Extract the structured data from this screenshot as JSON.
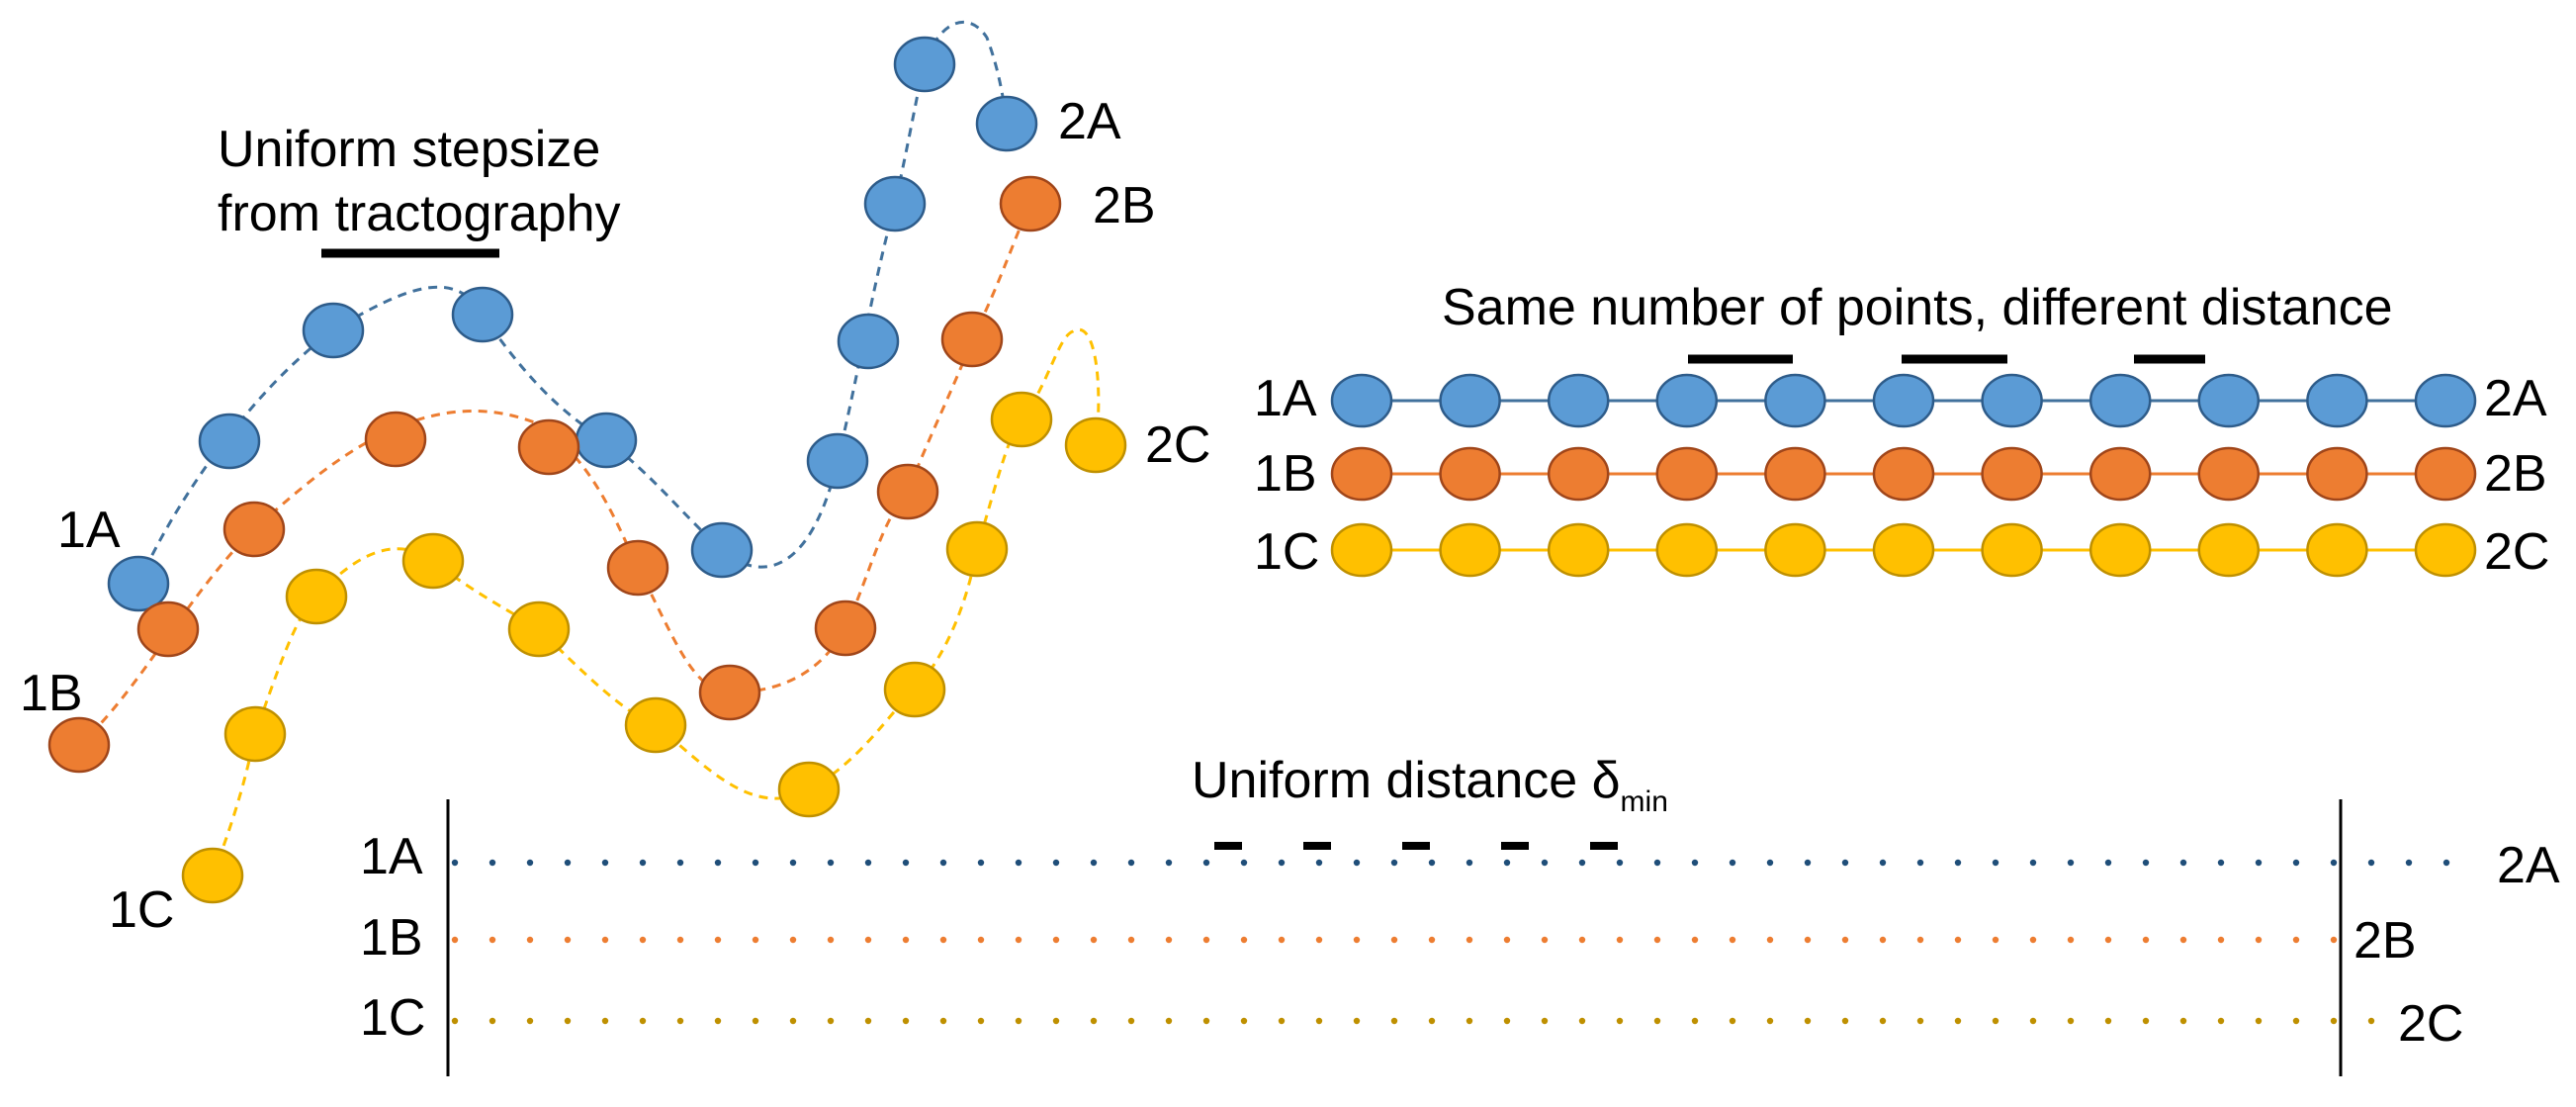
{
  "colors": {
    "A": "#5B9BD5",
    "A_stroke": "#2E5C8A",
    "A_line": "#41719C",
    "A_dot": "#1F4E79",
    "B": "#ED7D31",
    "B_stroke": "#A0461A",
    "B_line": "#ED7D31",
    "B_dot": "#ED7D31",
    "C": "#FFC000",
    "C_stroke": "#BF9000",
    "C_line": "#FFC000",
    "C_dot": "#BF9000"
  },
  "curves_panel": {
    "title_line1": "Uniform stepsize",
    "title_line2": "from tractography",
    "labels": {
      "a_start": "1A",
      "a_end": "2A",
      "b_start": "1B",
      "b_end": "2B",
      "c_start": "1C",
      "c_end": "2C"
    }
  },
  "resampled_panel": {
    "title": "Same number of points, different distance",
    "points_per_streamline": 11,
    "labels": {
      "a_start": "1A",
      "a_end": "2A",
      "b_start": "1B",
      "b_end": "2B",
      "c_start": "1C",
      "c_end": "2C"
    }
  },
  "uniform_panel": {
    "title": "Uniform distance δ",
    "title_sub": "min",
    "labels": {
      "a_start": "1A",
      "a_end": "2A",
      "b_start": "1B",
      "b_end": "2B",
      "c_start": "1C",
      "c_end": "2C"
    }
  }
}
